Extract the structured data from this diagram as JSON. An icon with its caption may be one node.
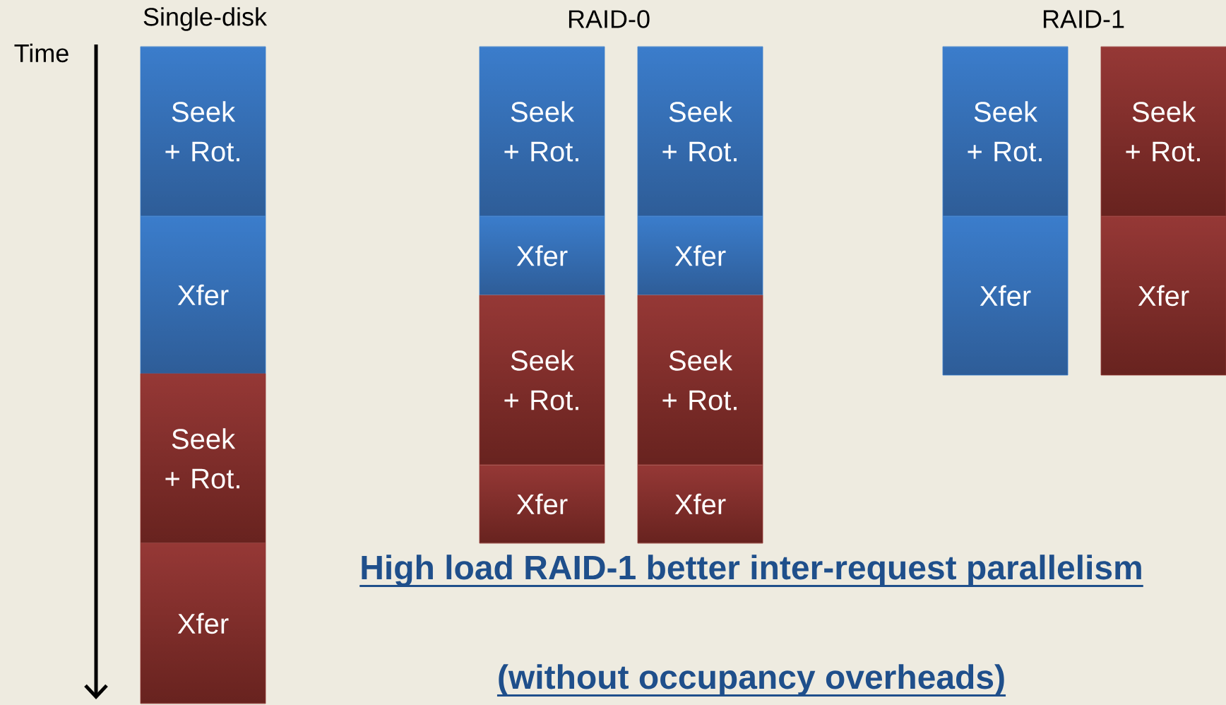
{
  "diagram": {
    "nodes": [
      {
        "text": [
          "Seek + Rot."
        ]
      },
      {
        "text": [
          "Xfer"
        ]
      },
      {
        "text": [
          "Seek + Rot."
        ]
      },
      {
        "text": [
          "Xfer"
        ]
      },
      {
        "text": [
          "Seek + Rot."
        ]
      },
      {
        "text": [
          "Xfer"
        ]
      },
      {
        "text": [
          "Seek + Rot."
        ]
      },
      {
        "text": [
          "Xfer"
        ]
      },
      {
        "text": [
          "Seek + Rot."
        ]
      },
      {
        "text": [
          "Xfer"
        ]
      },
      {
        "text": [
          "Seek + Rot."
        ]
      },
      {
        "text": [
          "Xfer"
        ]
      },
      {
        "text": [
          "Seek + Rot."
        ]
      },
      {
        "text": [
          "Xfer"
        ]
      },
      {
        "text": [
          "Seek + Rot."
        ]
      },
      {
        "text": [
          "Xfer"
        ]
      }
    ],
    "labels": [
      "Single-disk",
      "RAID-0",
      "RAID-1",
      "Time",
      "High load RAID-1 better inter-request parallelism",
      "(without occupancy overheads)"
    ]
  }
}
